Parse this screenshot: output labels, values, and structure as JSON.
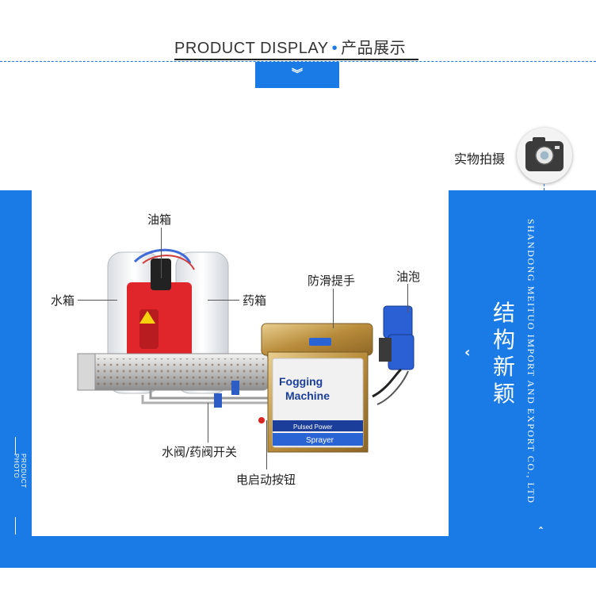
{
  "header": {
    "title_en": "PRODUCT DISPLAY",
    "separator": "•",
    "title_cn": "产品展示",
    "tab_glyph": "︾"
  },
  "badge": {
    "label": "实物拍摄",
    "icon": "camera-icon"
  },
  "side": {
    "vertical_label": "PRODUCT PHOTO",
    "heading": "结构新颖",
    "company": "SHANDONG MEITUO IMPORT AND EXPORT CO., LTD",
    "chevron_left": "‹",
    "chevron_up": "ˆ"
  },
  "machine": {
    "brand_line1": "Fogging",
    "brand_line2": "Machine",
    "sub1": "Pulsed Power",
    "sub2": "Sprayer"
  },
  "labels": {
    "oil_tank": "油箱",
    "water_tank": "水箱",
    "medicine_tank": "药箱",
    "handle": "防滑提手",
    "oil_bulb": "油泡",
    "valve_switch": "水阀/药阀开关",
    "start_button": "电启动按钮"
  },
  "colors": {
    "accent": "#1a7be6",
    "tank_red": "#e0262a",
    "steel": "#c9c9c9",
    "gold": "#c9a14a"
  }
}
